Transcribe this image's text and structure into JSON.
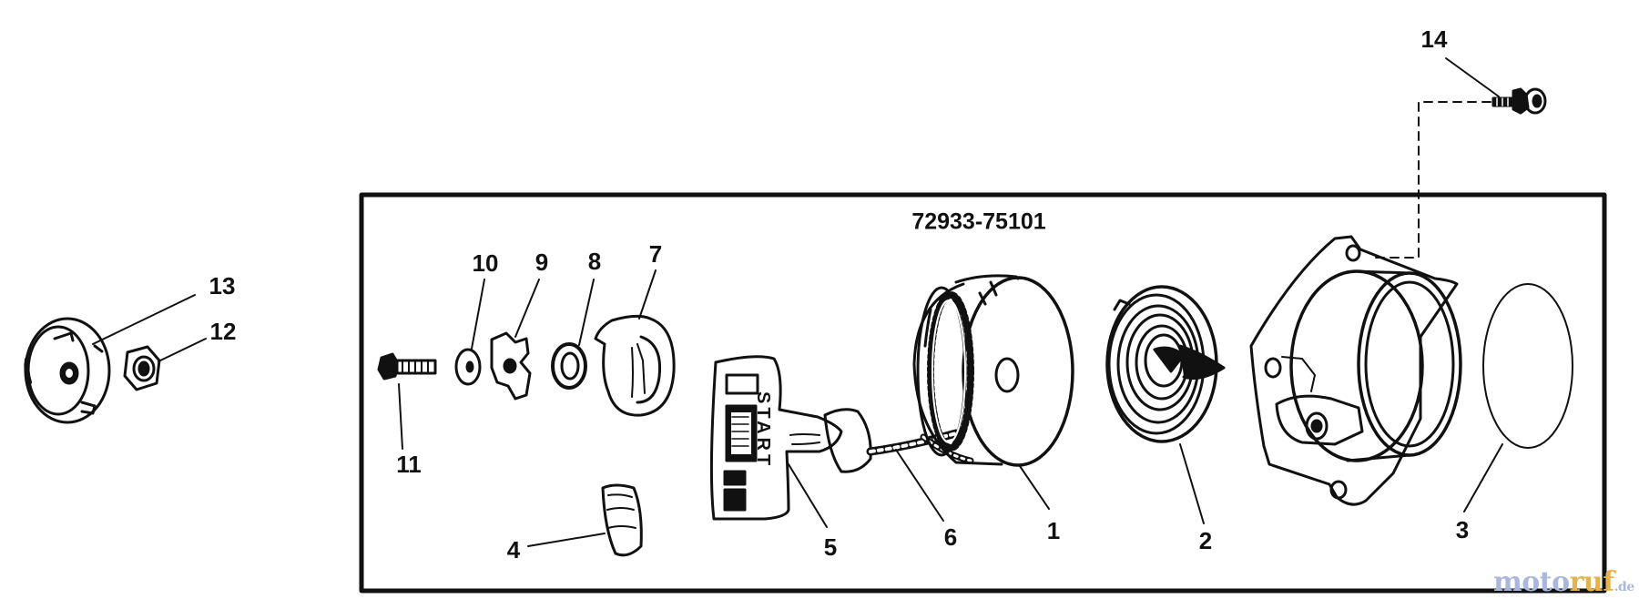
{
  "assembly_number": "72933-75101",
  "start_text": "START",
  "watermark": {
    "part1": "moto",
    "part2": "ruf",
    "part3": ".de"
  },
  "callouts": [
    {
      "id": "1",
      "label": "1"
    },
    {
      "id": "2",
      "label": "2"
    },
    {
      "id": "3",
      "label": "3"
    },
    {
      "id": "4",
      "label": "4"
    },
    {
      "id": "5",
      "label": "5"
    },
    {
      "id": "6",
      "label": "6"
    },
    {
      "id": "7",
      "label": "7"
    },
    {
      "id": "8",
      "label": "8"
    },
    {
      "id": "9",
      "label": "9"
    },
    {
      "id": "10",
      "label": "10"
    },
    {
      "id": "11",
      "label": "11"
    },
    {
      "id": "12",
      "label": "12"
    },
    {
      "id": "13",
      "label": "13"
    },
    {
      "id": "14",
      "label": "14"
    }
  ]
}
